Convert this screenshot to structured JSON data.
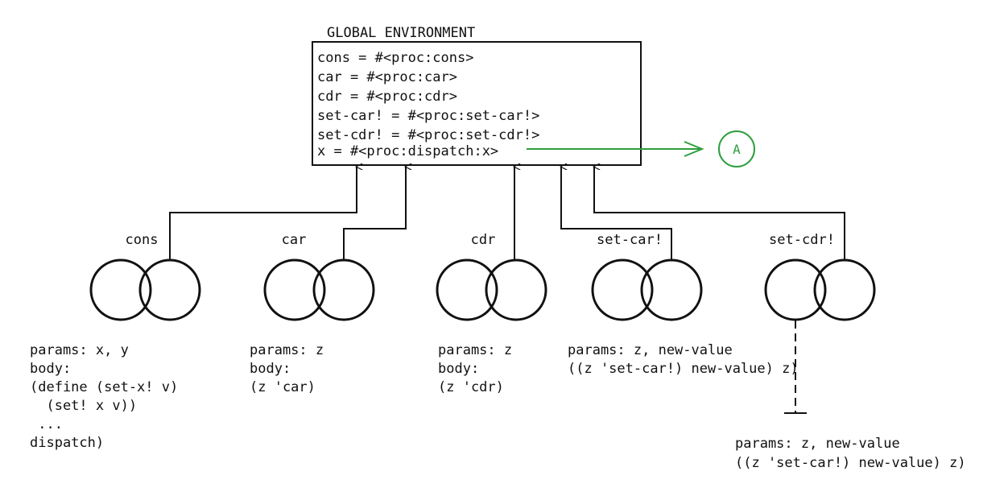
{
  "global_env": {
    "title": "GLOBAL ENVIRONMENT",
    "bindings": [
      "cons = #<proc:cons>",
      "car = #<proc:car>",
      "cdr = #<proc:cdr>",
      "set-car! = #<proc:set-car!>",
      "set-cdr! = #<proc:set-cdr!>",
      "x = #<proc:dispatch:x>"
    ]
  },
  "pointer": {
    "label": "A",
    "color": "#2e9e3e"
  },
  "procedures": [
    {
      "name": "cons",
      "code": [
        "params: x, y",
        "body:",
        "(define (set-x! v)",
        "  (set! x v))",
        " ...",
        "dispatch)"
      ]
    },
    {
      "name": "car",
      "code": [
        "params: z",
        "body:",
        "(z 'car)"
      ]
    },
    {
      "name": "cdr",
      "code": [
        "params: z",
        "body:",
        "(z 'cdr)"
      ]
    },
    {
      "name": "set-car!",
      "code": [
        "params: z, new-value",
        "((z 'set-car!) new-value) z)"
      ]
    },
    {
      "name": "set-cdr!",
      "code": [
        "params: z, new-value",
        "((z 'set-car!) new-value) z)"
      ]
    }
  ]
}
